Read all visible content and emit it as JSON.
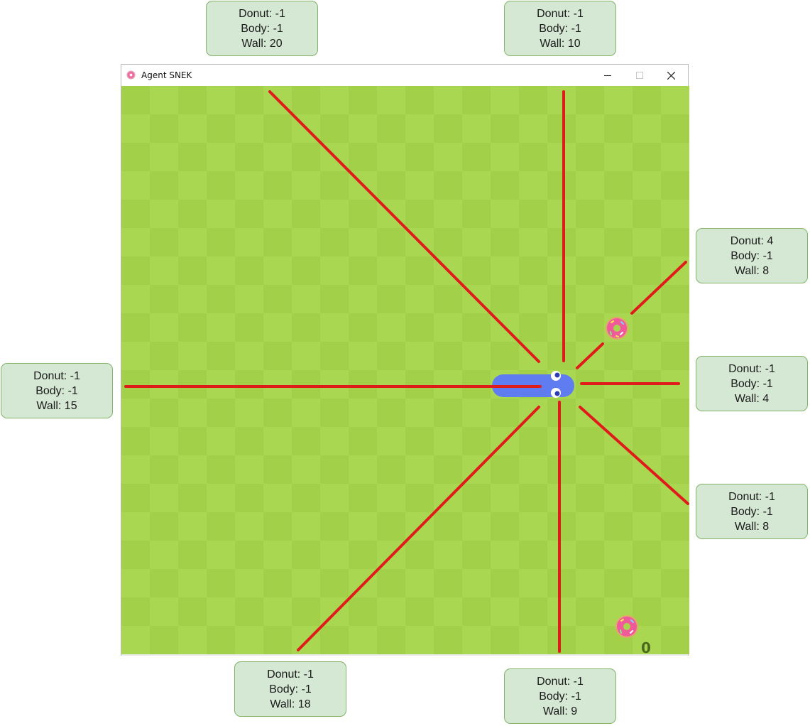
{
  "window": {
    "title": "Agent SNEK",
    "app_icon": "donut-icon",
    "controls": {
      "minimize": "minimize-icon",
      "maximize": "maximize-icon",
      "close": "close-icon"
    }
  },
  "board": {
    "grid_cells": 20,
    "colors": {
      "light": "#aad751",
      "dark": "#a2d149",
      "ray": "#e01b1b",
      "snake": "#5f7df0"
    }
  },
  "score": {
    "icon": "donut-icon",
    "value": "0"
  },
  "sensors": [
    {
      "id": "up-left",
      "donut": "Donut: -1",
      "body": "Body: -1",
      "wall": "Wall: 20"
    },
    {
      "id": "up",
      "donut": "Donut: -1",
      "body": "Body: -1",
      "wall": "Wall: 10"
    },
    {
      "id": "up-right",
      "donut": "Donut: 4",
      "body": "Body: -1",
      "wall": "Wall: 8"
    },
    {
      "id": "right",
      "donut": "Donut: -1",
      "body": "Body: -1",
      "wall": "Wall: 4"
    },
    {
      "id": "down-right",
      "donut": "Donut: -1",
      "body": "Body: -1",
      "wall": "Wall: 8"
    },
    {
      "id": "left",
      "donut": "Donut: -1",
      "body": "Body: -1",
      "wall": "Wall: 15"
    },
    {
      "id": "down-left",
      "donut": "Donut: -1",
      "body": "Body: -1",
      "wall": "Wall: 18"
    },
    {
      "id": "down",
      "donut": "Donut: -1",
      "body": "Body: -1",
      "wall": "Wall: 9"
    }
  ]
}
